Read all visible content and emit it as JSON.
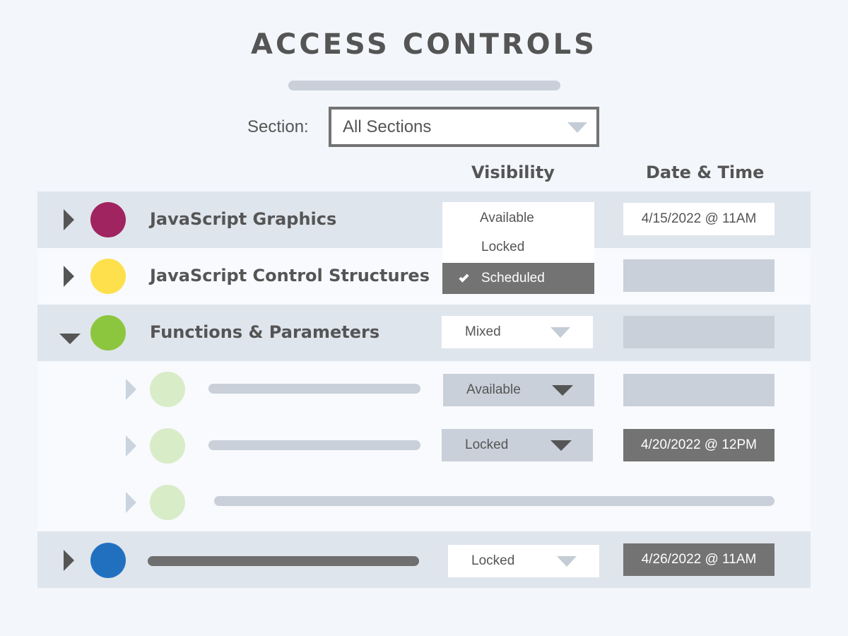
{
  "header": {
    "title": "ACCESS CONTROLS"
  },
  "filter": {
    "label": "Section:",
    "selected": "All Sections"
  },
  "columns": {
    "visibility": "Visibility",
    "datetime": "Date & Time"
  },
  "rows": [
    {
      "label": "JavaScript Graphics",
      "color": "#a0245f",
      "visibility": "Scheduled",
      "datetime": "4/15/2022 @ 11AM"
    },
    {
      "label": "JavaScript Control Structures",
      "color": "#fde04c",
      "visibility": "",
      "datetime": ""
    },
    {
      "label": "Functions & Parameters",
      "color": "#8cc63f",
      "visibility": "Mixed",
      "datetime": "",
      "expanded": true
    },
    {
      "label": "",
      "color": "#d8ecc8",
      "visibility": "Available",
      "datetime": ""
    },
    {
      "label": "",
      "color": "#d8ecc8",
      "visibility": "Locked",
      "datetime": "4/20/2022 @ 12PM"
    },
    {
      "label": "",
      "color": "#d8ecc8",
      "visibility": "",
      "datetime": ""
    },
    {
      "label": "",
      "color": "#2170c0",
      "visibility": "Locked",
      "datetime": "4/26/2022 @ 11AM"
    }
  ],
  "visibility_menu": {
    "options": [
      "Available",
      "Locked",
      "Scheduled"
    ],
    "selected": "Scheduled"
  }
}
